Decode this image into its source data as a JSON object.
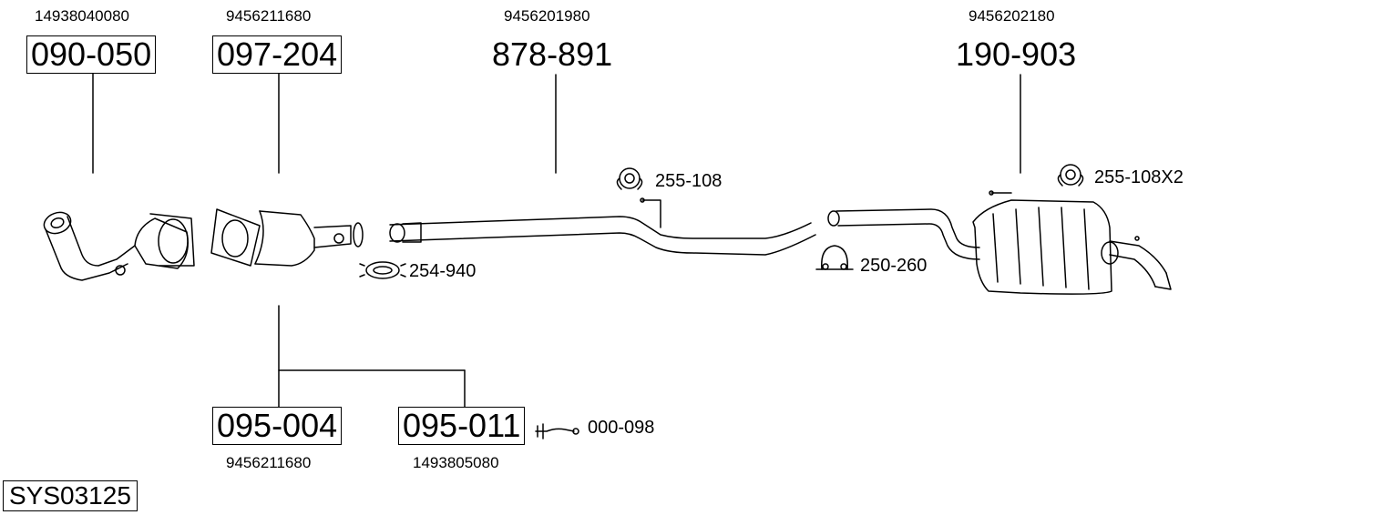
{
  "system_id": "SYS03125",
  "parts": {
    "p1": {
      "code": "090-050",
      "oem": "14938040080"
    },
    "p2": {
      "code": "097-204",
      "oem": "9456211680"
    },
    "p3": {
      "code": "878-891",
      "oem": "9456201980"
    },
    "p4": {
      "code": "190-903",
      "oem": "9456202180"
    },
    "p5": {
      "code": "095-004",
      "oem": "9456211680"
    },
    "p6": {
      "code": "095-011",
      "oem": "1493805080"
    }
  },
  "accessories": {
    "clamp": "254-940",
    "hanger1": "255-108",
    "hanger2": "255-108X2",
    "clamp2": "250-260",
    "sensor": "000-098"
  }
}
